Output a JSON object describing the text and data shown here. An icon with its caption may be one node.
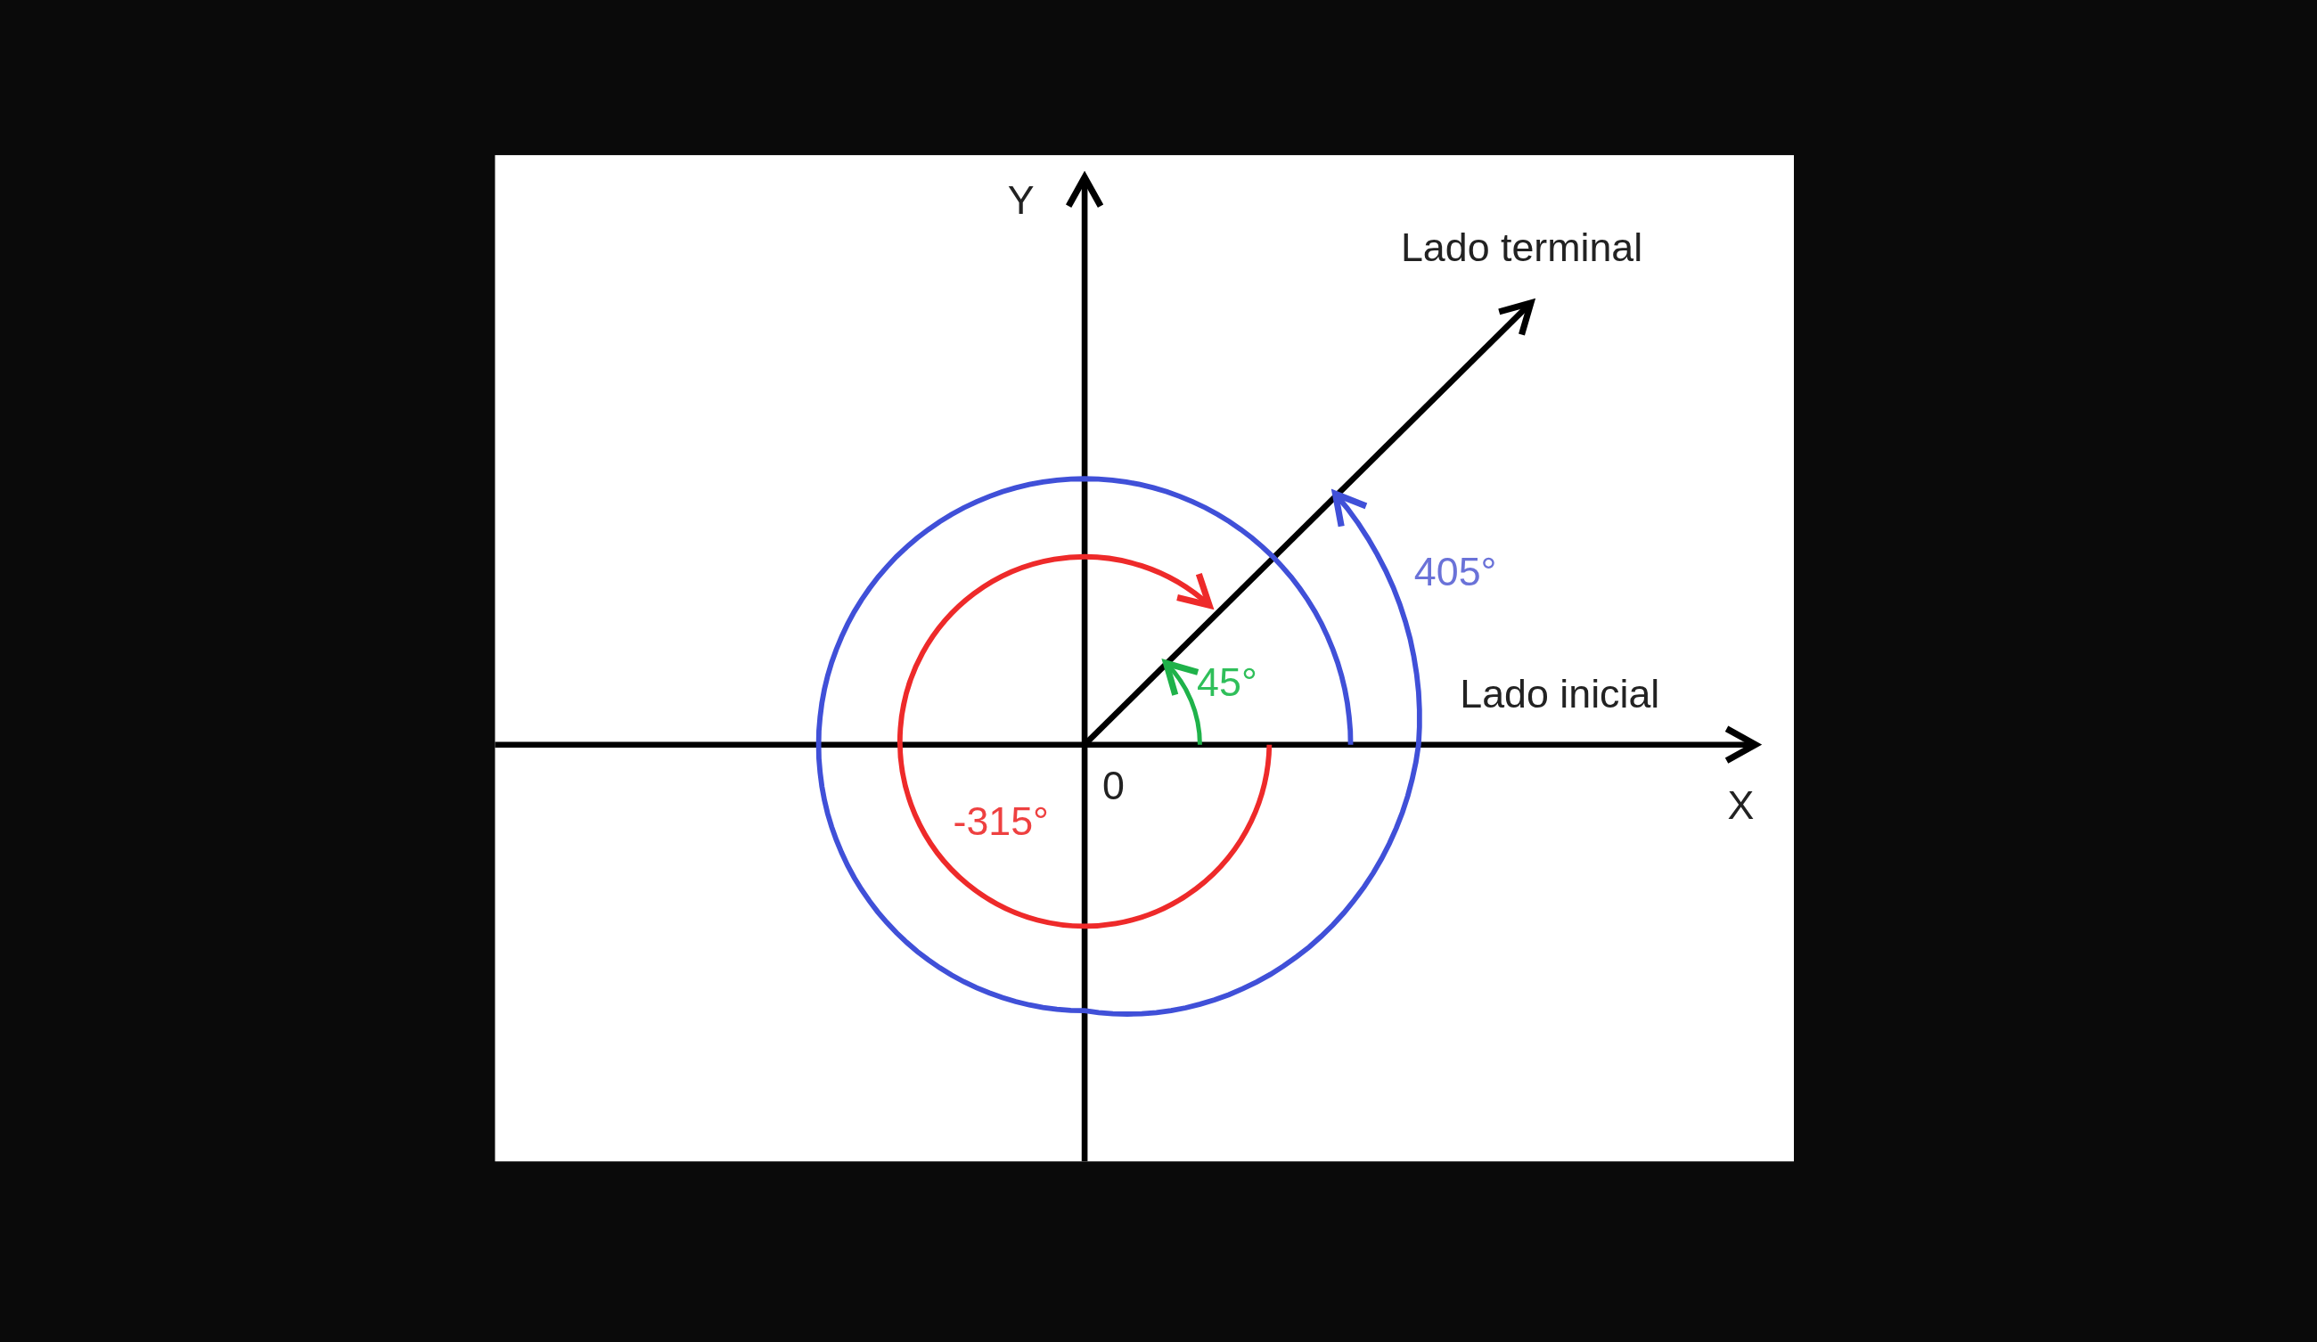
{
  "diagram": {
    "labels": [
      "Y",
      "Lado terminal",
      "405°",
      "45°",
      "Lado inicial",
      "0",
      "-315°",
      "X"
    ]
  }
}
